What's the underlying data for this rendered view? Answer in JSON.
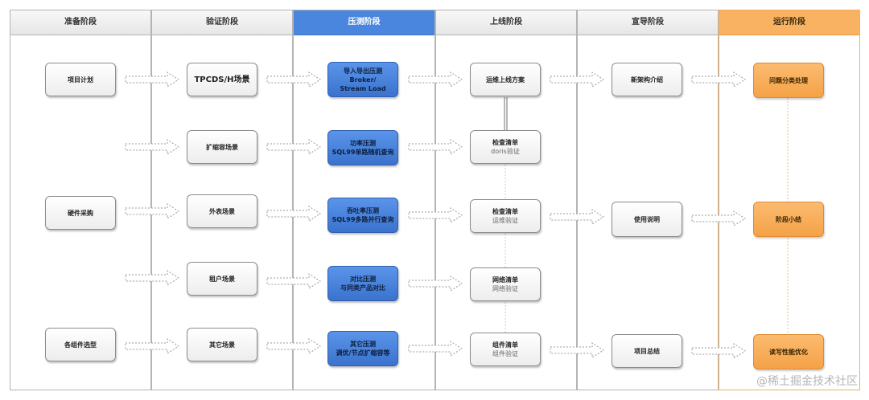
{
  "columns": [
    {
      "id": "prep",
      "title": "准备阶段"
    },
    {
      "id": "verify",
      "title": "验证阶段"
    },
    {
      "id": "stress",
      "title": "压测阶段"
    },
    {
      "id": "online",
      "title": "上线阶段"
    },
    {
      "id": "promo",
      "title": "宣导阶段"
    },
    {
      "id": "run",
      "title": "运行阶段"
    }
  ],
  "prep": {
    "project_plan": "项目计划",
    "hardware": "硬件采购",
    "components": "各组件选型"
  },
  "verify": {
    "tpcds": "TPCDS/H场景",
    "scale": "扩缩容场景",
    "external": "外表场景",
    "tenant": "租户场景",
    "other": "其它场景"
  },
  "stress": {
    "import": [
      "导入导出压测",
      "Broker/",
      "Stream Load"
    ],
    "concurrency": [
      "功率压测",
      "SQL99单路随机查询"
    ],
    "throughput": [
      "吞吐率压测",
      "SQL99多路并行查询"
    ],
    "compare": [
      "对比压测",
      "与同类产品对比"
    ],
    "other": [
      "其它压测",
      "调优/节点扩缩容等"
    ]
  },
  "online": {
    "ops_plan": "运维上线方案",
    "checklist1": {
      "title": "检查清单",
      "sub": "doris验证"
    },
    "checklist2": {
      "title": "检查清单",
      "sub": "运维验证"
    },
    "network": {
      "title": "网络清单",
      "sub": "网络验证"
    },
    "component": {
      "title": "组件清单",
      "sub": "组件验证"
    }
  },
  "promo": {
    "new_arch": "新架构介绍",
    "usage": "使用说明",
    "summary": "项目总结"
  },
  "run": {
    "issues": "问题分类处理",
    "stage_summary": "阶段小结",
    "rw_opt": "读写性能优化"
  },
  "watermark": "@稀土掘金技术社区"
}
